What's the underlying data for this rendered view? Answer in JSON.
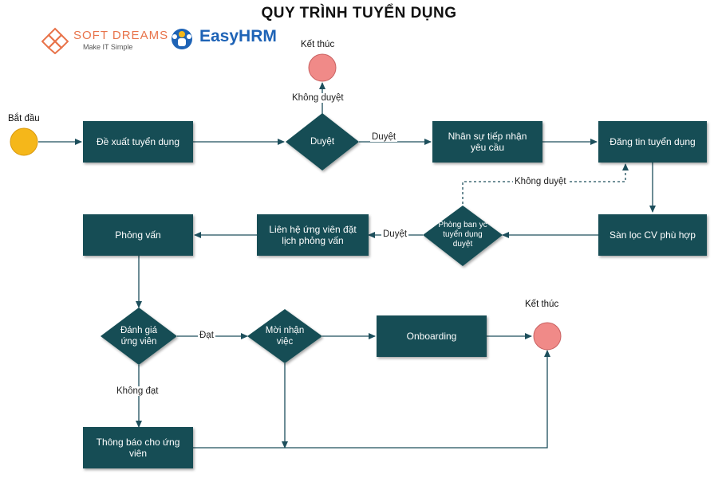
{
  "title": "QUY TRÌNH TUYỂN DỤNG",
  "logos": {
    "softdreams": {
      "name": "SOFT DREAMS",
      "tagline": "Make IT Simple"
    },
    "easyhrm": {
      "name": "EasyHRM"
    }
  },
  "colors": {
    "node_fill": "#134e54",
    "start_fill": "#f5b71a",
    "end_fill": "#f08a88",
    "connector": "#1d4f5c"
  },
  "nodes": {
    "start_label": "Bắt đầu",
    "end_top_label": "Kết thúc",
    "end_right_label": "Kết thúc",
    "de_xuat": "Đề xuất tuyển dụng",
    "duyet": "Duyệt",
    "nhan_su": "Nhân sự tiếp nhận yêu cầu",
    "dang_tin": "Đăng tin tuyển dụng",
    "san_loc": "Sàn lọc CV phù hợp",
    "phong_ban": "Phòng ban yc tuyển dụng duyệt",
    "lien_he": "Liên hệ ứng viên đặt lịch phỏng vấn",
    "phong_van": "Phỏng vấn",
    "danh_gia": "Đánh giá ứng viên",
    "moi_nhan_viec": "Mời nhận việc",
    "onboarding": "Onboarding",
    "thong_bao": "Thông báo cho ứng viên"
  },
  "edge_labels": {
    "khong_duyet_top": "Không duyệt",
    "duyet_right": "Duyệt",
    "khong_duyet_dashed": "Không duyệt",
    "duyet_left": "Duyệt",
    "dat": "Đạt",
    "khong_dat": "Không đạt"
  }
}
